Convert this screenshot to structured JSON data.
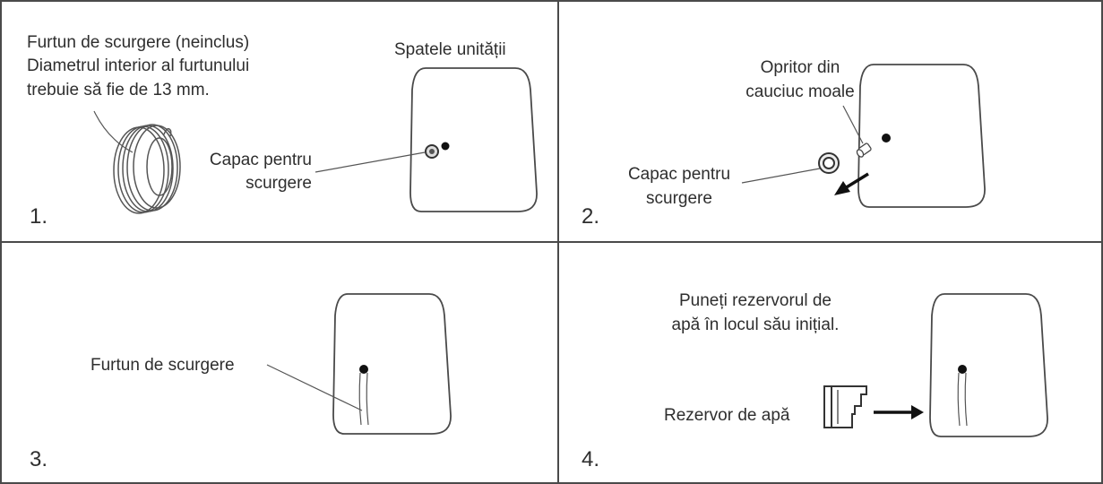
{
  "panels": [
    {
      "number": "1.",
      "hose_note": [
        "Furtun de scurgere (neinclus)",
        "Diametrul interior al furtunului",
        "trebuie să fie de 13 mm."
      ],
      "unit_back_label": "Spatele unității",
      "drain_cap_label": [
        "Capac pentru",
        "scurgere"
      ]
    },
    {
      "number": "2.",
      "rubber_stopper_label": [
        "Opritor din",
        "cauciuc moale"
      ],
      "drain_cap_label": [
        "Capac pentru",
        "scurgere"
      ]
    },
    {
      "number": "3.",
      "drain_hose_label": "Furtun de scurgere"
    },
    {
      "number": "4.",
      "instruction": [
        "Puneți rezervorul de",
        "apă în locul său inițial."
      ],
      "water_tank_label": "Rezervor de apă"
    }
  ],
  "colors": {
    "line": "#4a4a4a",
    "text": "#2e2e2e",
    "background": "#ffffff"
  }
}
